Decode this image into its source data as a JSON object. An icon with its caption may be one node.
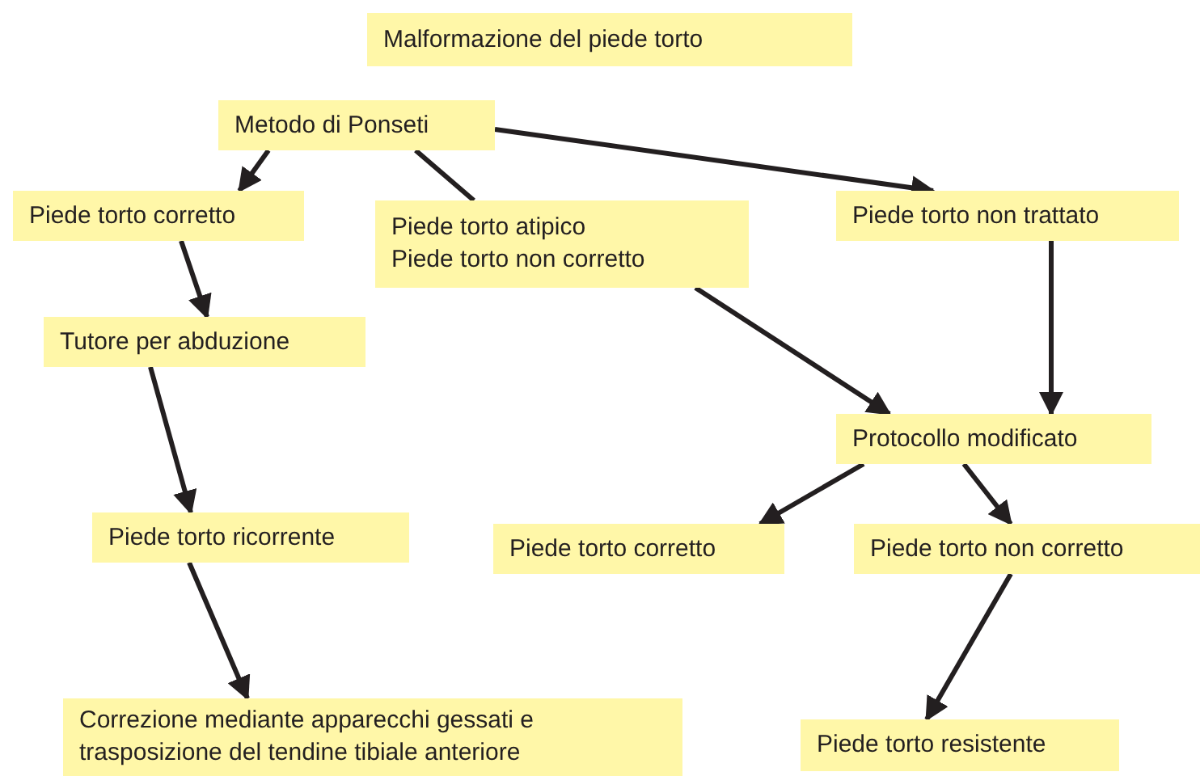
{
  "diagram": {
    "nodes": [
      {
        "text": [
          "Malformazione del piede torto"
        ]
      },
      {
        "text": [
          "Metodo di Ponseti"
        ]
      },
      {
        "text": [
          "Piede torto corretto"
        ]
      },
      {
        "text": [
          "Piede torto atipico",
          "Piede torto non corretto"
        ]
      },
      {
        "text": [
          "Piede torto non trattato"
        ]
      },
      {
        "text": [
          "Tutore per abduzione"
        ]
      },
      {
        "text": [
          "Protocollo modificato"
        ]
      },
      {
        "text": [
          "Piede torto ricorrente"
        ]
      },
      {
        "text": [
          "Piede torto corretto"
        ]
      },
      {
        "text": [
          "Piede torto non corretto"
        ]
      },
      {
        "text": [
          "Correzione mediante apparecchi gessati e trasposizione del tendine tibiale anteriore"
        ]
      },
      {
        "text": [
          "Piede torto resistente"
        ]
      }
    ],
    "edges": [
      {
        "from": 1,
        "to": 2,
        "arrow": "to"
      },
      {
        "from": 1,
        "to": 3,
        "arrow": "none"
      },
      {
        "from": 1,
        "to": 4,
        "arrow": "to"
      },
      {
        "from": 2,
        "to": 5,
        "arrow": "to"
      },
      {
        "from": 3,
        "to": 6,
        "arrow": "to"
      },
      {
        "from": 4,
        "to": 6,
        "arrow": "to"
      },
      {
        "from": 5,
        "to": 7,
        "arrow": "to"
      },
      {
        "from": 7,
        "to": 10,
        "arrow": "to"
      },
      {
        "from": 6,
        "to": 8,
        "arrow": "to"
      },
      {
        "from": 6,
        "to": 9,
        "arrow": "to"
      },
      {
        "from": 9,
        "to": 11,
        "arrow": "to"
      }
    ]
  }
}
